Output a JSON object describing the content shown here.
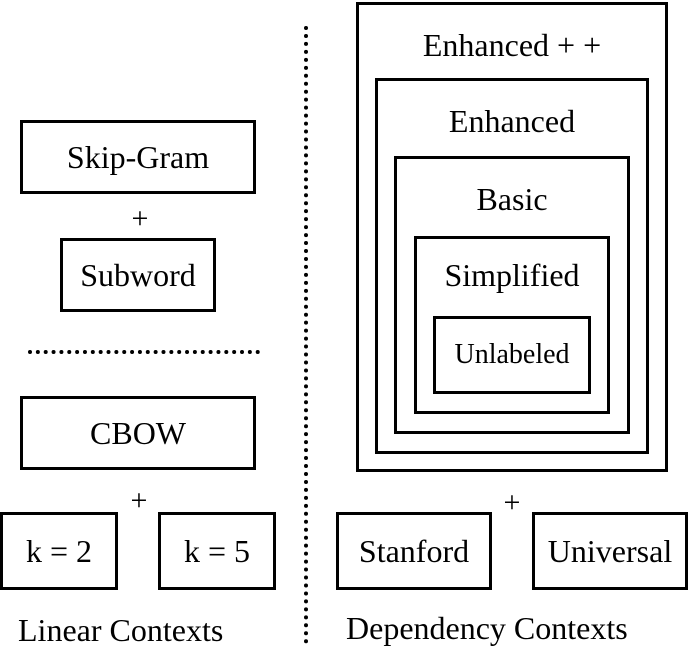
{
  "linear": {
    "skipgram": "Skip-Gram",
    "plus_top": "+",
    "subword": "Subword",
    "cbow": "CBOW",
    "plus_bottom": "+",
    "k2": "k = 2",
    "k5": "k = 5",
    "caption": "Linear Contexts"
  },
  "dependency": {
    "enhanced_pp": "Enhanced + +",
    "enhanced": "Enhanced",
    "basic": "Basic",
    "simplified": "Simplified",
    "unlabeled": "Unlabeled",
    "plus": "+",
    "stanford": "Stanford",
    "universal": "Universal",
    "caption": "Dependency Contexts"
  }
}
